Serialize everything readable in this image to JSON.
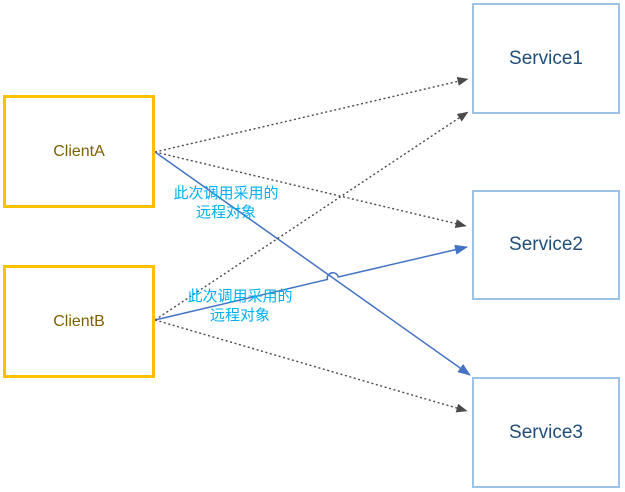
{
  "diagram": {
    "clients": [
      {
        "id": "client-a",
        "label": "ClientA"
      },
      {
        "id": "client-b",
        "label": "ClientB"
      }
    ],
    "services": [
      {
        "id": "service-1",
        "label": "Service1"
      },
      {
        "id": "service-2",
        "label": "Service2"
      },
      {
        "id": "service-3",
        "label": "Service3"
      }
    ],
    "annotations": [
      {
        "line1": "此次调用采用的",
        "line2": "远程对象"
      },
      {
        "line1": "此次调用采用的",
        "line2": "远程对象"
      }
    ],
    "edges": [
      {
        "from": "ClientA",
        "to": "Service1",
        "style": "dotted"
      },
      {
        "from": "ClientA",
        "to": "Service2",
        "style": "dotted"
      },
      {
        "from": "ClientA",
        "to": "Service3",
        "style": "solid-blue",
        "annotation": "此次调用采用的远程对象"
      },
      {
        "from": "ClientB",
        "to": "Service1",
        "style": "dotted"
      },
      {
        "from": "ClientB",
        "to": "Service2",
        "style": "solid-blue",
        "annotation": "此次调用采用的远程对象"
      },
      {
        "from": "ClientB",
        "to": "Service3",
        "style": "dotted"
      }
    ],
    "colors": {
      "client_border": "#FFC000",
      "client_text": "#7F6000",
      "service_border": "#9DC3E6",
      "service_text": "#1F4E79",
      "dotted_arrow": "#4A4A4A",
      "solid_arrow": "#4472C4",
      "annotation_text": "#00B0F0"
    }
  }
}
